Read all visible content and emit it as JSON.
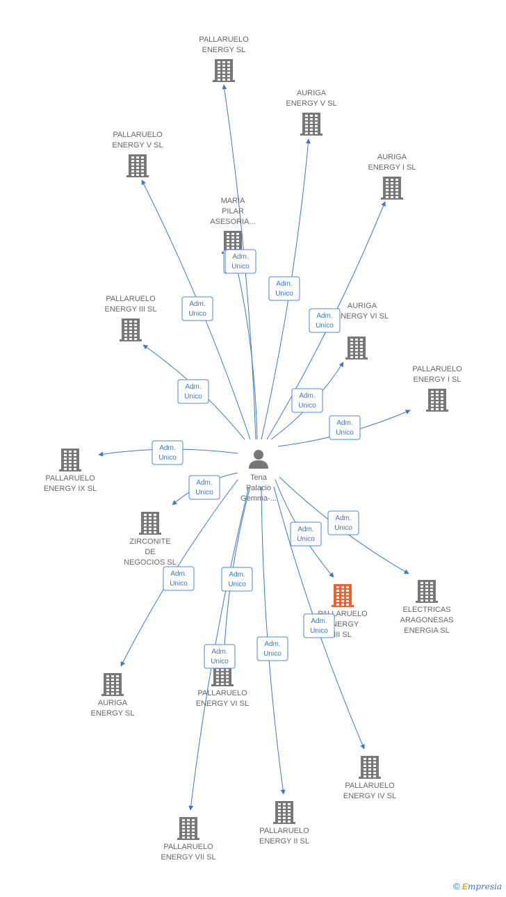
{
  "diagram": {
    "center": {
      "id": "center",
      "lines": [
        "Tena",
        "Palacio",
        "Gemma-..."
      ],
      "kind": "person",
      "color": "#777777"
    },
    "nodes": [
      {
        "id": "n1",
        "lines": [
          "PALLARUELO",
          "ENERGY  SL"
        ],
        "color": "#777777"
      },
      {
        "id": "n2",
        "lines": [
          "AURIGA",
          "ENERGY V  SL"
        ],
        "color": "#777777"
      },
      {
        "id": "n3",
        "lines": [
          "PALLARUELO",
          "ENERGY V  SL"
        ],
        "color": "#777777"
      },
      {
        "id": "n4",
        "lines": [
          "AURIGA",
          "ENERGY I  SL"
        ],
        "color": "#777777"
      },
      {
        "id": "n5",
        "lines": [
          "MARIA",
          "PILAR",
          "ASESORIA..."
        ],
        "color": "#777777"
      },
      {
        "id": "n6",
        "lines": [
          "PALLARUELO",
          "ENERGY III  SL"
        ],
        "color": "#777777"
      },
      {
        "id": "n7",
        "lines": [
          "AURIGA",
          "ENERGY VI  SL"
        ],
        "color": "#777777"
      },
      {
        "id": "n8",
        "lines": [
          "PALLARUELO",
          "ENERGY I  SL"
        ],
        "color": "#777777"
      },
      {
        "id": "n9",
        "lines": [
          "PALLARUELO",
          "ENERGY IX  SL"
        ],
        "color": "#777777"
      },
      {
        "id": "n10",
        "lines": [
          "ZIRCONITE",
          "DE",
          "NEGOCIOS  SL"
        ],
        "color": "#777777"
      },
      {
        "id": "n11",
        "lines": [
          "PALLARUELO",
          "ENERGY",
          "III  SL"
        ],
        "color": "#f06030"
      },
      {
        "id": "n12",
        "lines": [
          "ELECTRICAS",
          "ARAGONESAS",
          "ENERGIA  SL"
        ],
        "color": "#777777"
      },
      {
        "id": "n13",
        "lines": [
          "AURIGA",
          "ENERGY  SL"
        ],
        "color": "#777777"
      },
      {
        "id": "n14",
        "lines": [
          "PALLARUELO",
          "ENERGY VI  SL"
        ],
        "color": "#777777"
      },
      {
        "id": "n15",
        "lines": [
          "PALLARUELO",
          "ENERGY IV  SL"
        ],
        "color": "#777777"
      },
      {
        "id": "n16",
        "lines": [
          "PALLARUELO",
          "ENERGY II  SL"
        ],
        "color": "#777777"
      },
      {
        "id": "n17",
        "lines": [
          "PALLARUELO",
          "ENERGY VII  SL"
        ],
        "color": "#777777"
      }
    ],
    "edges": [
      {
        "from": "center",
        "to": "n1",
        "label": [
          "Adm.",
          "Unico"
        ]
      },
      {
        "from": "center",
        "to": "n2",
        "label": [
          "Adm.",
          "Unico"
        ]
      },
      {
        "from": "center",
        "to": "n3",
        "label": [
          "Adm.",
          "Unico"
        ]
      },
      {
        "from": "center",
        "to": "n4",
        "label": [
          "Adm.",
          "Unico"
        ]
      },
      {
        "from": "center",
        "to": "n5",
        "label": [
          "Adm.",
          "Unico"
        ]
      },
      {
        "from": "center",
        "to": "n6",
        "label": [
          "Adm.",
          "Unico"
        ]
      },
      {
        "from": "center",
        "to": "n7",
        "label": [
          "Adm.",
          "Unico"
        ]
      },
      {
        "from": "center",
        "to": "n8",
        "label": [
          "Adm.",
          "Unico"
        ]
      },
      {
        "from": "center",
        "to": "n9",
        "label": [
          "Adm.",
          "Unico"
        ]
      },
      {
        "from": "center",
        "to": "n10",
        "label": [
          "Adm.",
          "Unico"
        ]
      },
      {
        "from": "center",
        "to": "n11",
        "label": [
          "Adm.",
          "Unico"
        ]
      },
      {
        "from": "center",
        "to": "n12",
        "label": [
          "Adm.",
          "Unico"
        ]
      },
      {
        "from": "center",
        "to": "n13",
        "label": [
          "Adm.",
          "Unico"
        ]
      },
      {
        "from": "center",
        "to": "n14",
        "label": [
          "Adm.",
          "Unico"
        ]
      },
      {
        "from": "center",
        "to": "n15",
        "label": [
          "Adm.",
          "Unico"
        ]
      },
      {
        "from": "center",
        "to": "n16",
        "label": [
          "Adm.",
          "Unico"
        ]
      },
      {
        "from": "center",
        "to": "n17",
        "label": [
          "Adm.",
          "Unico"
        ]
      }
    ],
    "edge_color": "#3a78c6"
  },
  "footer": {
    "copyright": "©",
    "brand_initial": "E",
    "brand_rest": "mpresia"
  }
}
